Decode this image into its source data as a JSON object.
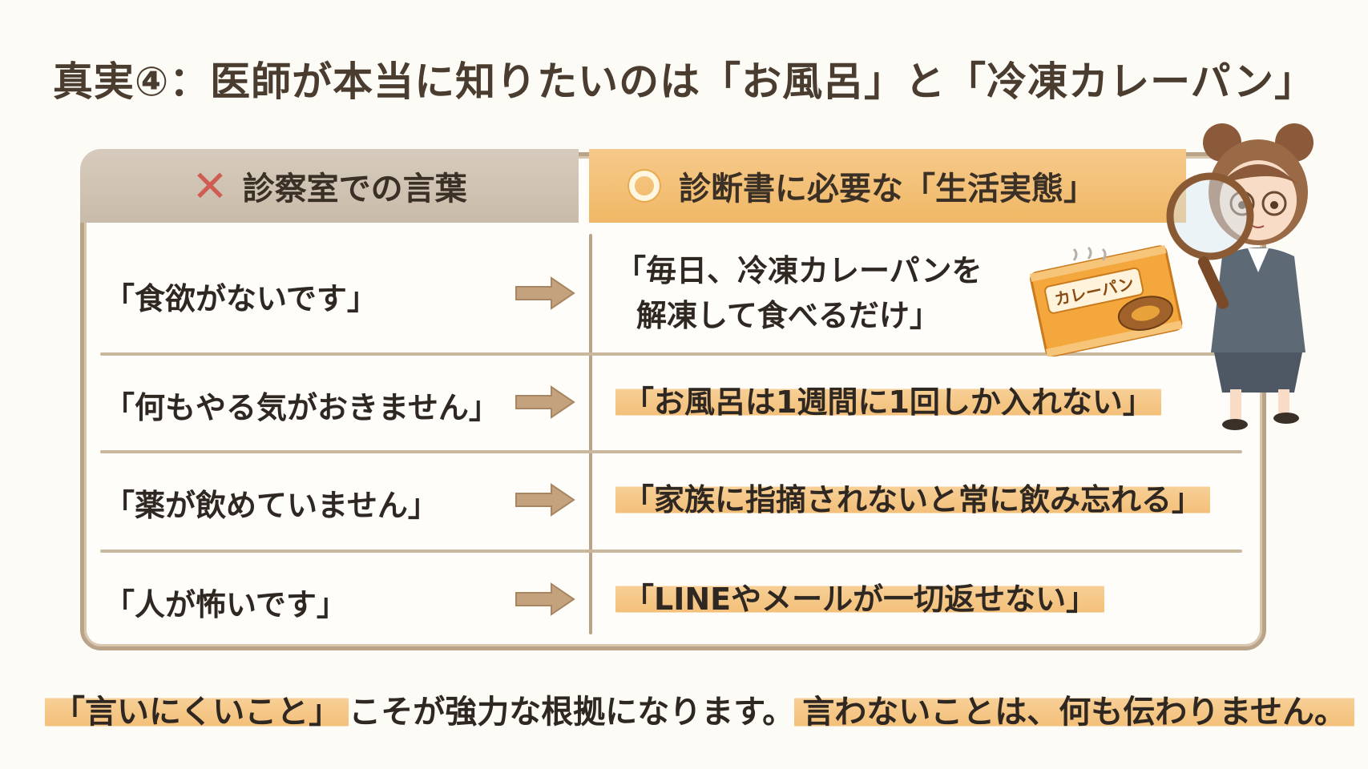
{
  "title": "真実④：医師が本当に知りたいのは「お風呂」と「冷凍カレーパン」",
  "header_left": {
    "icon": "cross-icon",
    "label": "診察室での言葉"
  },
  "header_right": {
    "icon": "circle-icon",
    "label": "診断書に必要な「生活実態」"
  },
  "rows": [
    {
      "left": "「食欲がないです」",
      "right_line1": "「毎日、冷凍カレーパンを",
      "right_line2": "解凍して食べるだけ」"
    },
    {
      "left": "「何もやる気がおきません」",
      "right": "「お風呂は1週間に1回しか入れない」"
    },
    {
      "left": "「薬が飲めていません」",
      "right": "「家族に指摘されないと常に飲み忘れる」"
    },
    {
      "left": "「人が怖いです」",
      "right": "「LINEやメールが一切返せない」"
    }
  ],
  "bag_label": "カレーパン",
  "footer": {
    "part1": "「言いにくいこと」",
    "part2": "こそが強力な根拠になります。",
    "part3": "言わないことは、何も伝わりません。"
  },
  "colors": {
    "accent_orange": "#f3c079",
    "header_gray": "#cfc2b1",
    "cross_red": "#d05d54"
  }
}
